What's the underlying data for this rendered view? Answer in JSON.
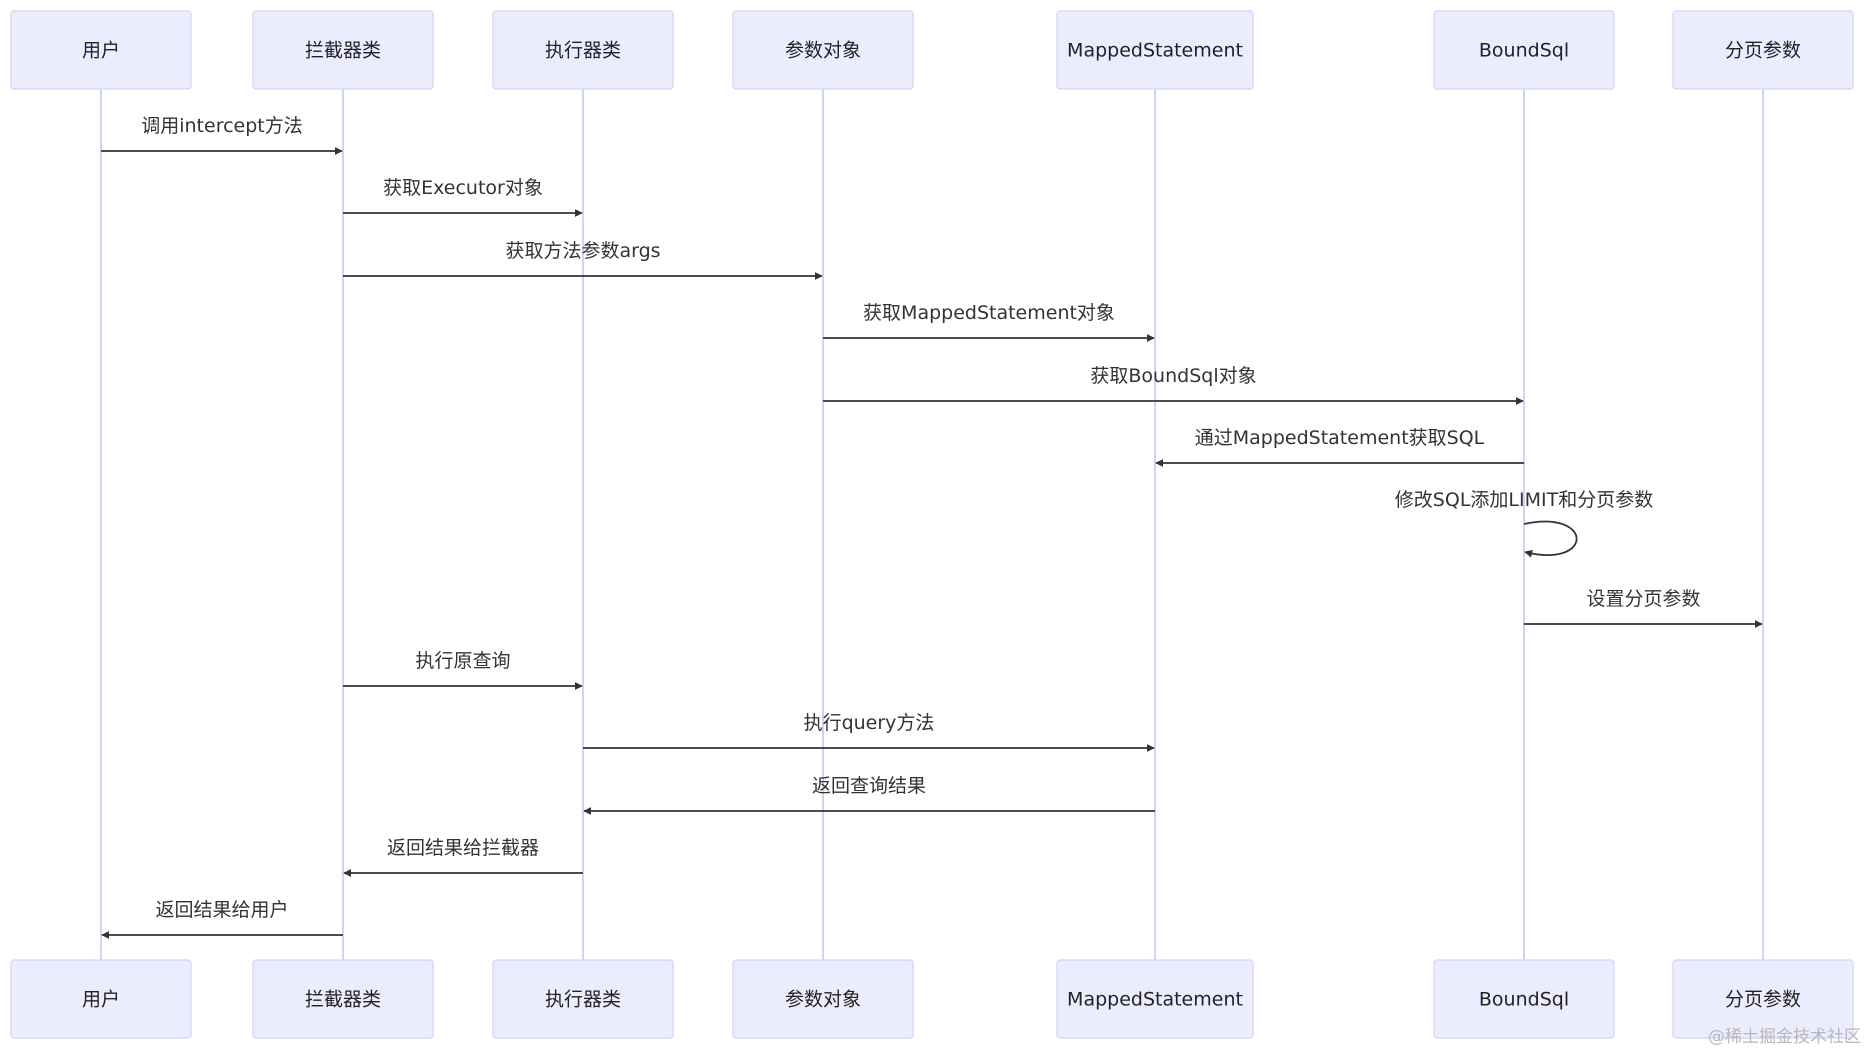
{
  "diagram": {
    "colors": {
      "actor_fill": "#ECECFF",
      "actor_border": "#D4D2F2",
      "lifeline": "#D4D2F2",
      "arrow": "#333333"
    },
    "participants": [
      {
        "id": "user",
        "label": "用户"
      },
      {
        "id": "interceptor",
        "label": "拦截器类"
      },
      {
        "id": "executor",
        "label": "执行器类"
      },
      {
        "id": "params",
        "label": "参数对象"
      },
      {
        "id": "mapped",
        "label": "MappedStatement"
      },
      {
        "id": "boundsql",
        "label": "BoundSql"
      },
      {
        "id": "paging",
        "label": "分页参数"
      }
    ],
    "messages": [
      {
        "from": "user",
        "to": "interceptor",
        "label": "调用intercept方法"
      },
      {
        "from": "interceptor",
        "to": "executor",
        "label": "获取Executor对象"
      },
      {
        "from": "interceptor",
        "to": "params",
        "label": "获取方法参数args"
      },
      {
        "from": "params",
        "to": "mapped",
        "label": "获取MappedStatement对象"
      },
      {
        "from": "params",
        "to": "boundsql",
        "label": "获取BoundSql对象"
      },
      {
        "from": "boundsql",
        "to": "mapped",
        "label": "通过MappedStatement获取SQL"
      },
      {
        "from": "boundsql",
        "to": "boundsql",
        "label": "修改SQL添加LIMIT和分页参数"
      },
      {
        "from": "boundsql",
        "to": "paging",
        "label": "设置分页参数"
      },
      {
        "from": "interceptor",
        "to": "executor",
        "label": "执行原查询"
      },
      {
        "from": "executor",
        "to": "mapped",
        "label": "执行query方法"
      },
      {
        "from": "mapped",
        "to": "executor",
        "label": "返回查询结果"
      },
      {
        "from": "executor",
        "to": "interceptor",
        "label": "返回结果给拦截器"
      },
      {
        "from": "interceptor",
        "to": "user",
        "label": "返回结果给用户"
      }
    ]
  },
  "watermark": "@稀土掘金技术社区"
}
